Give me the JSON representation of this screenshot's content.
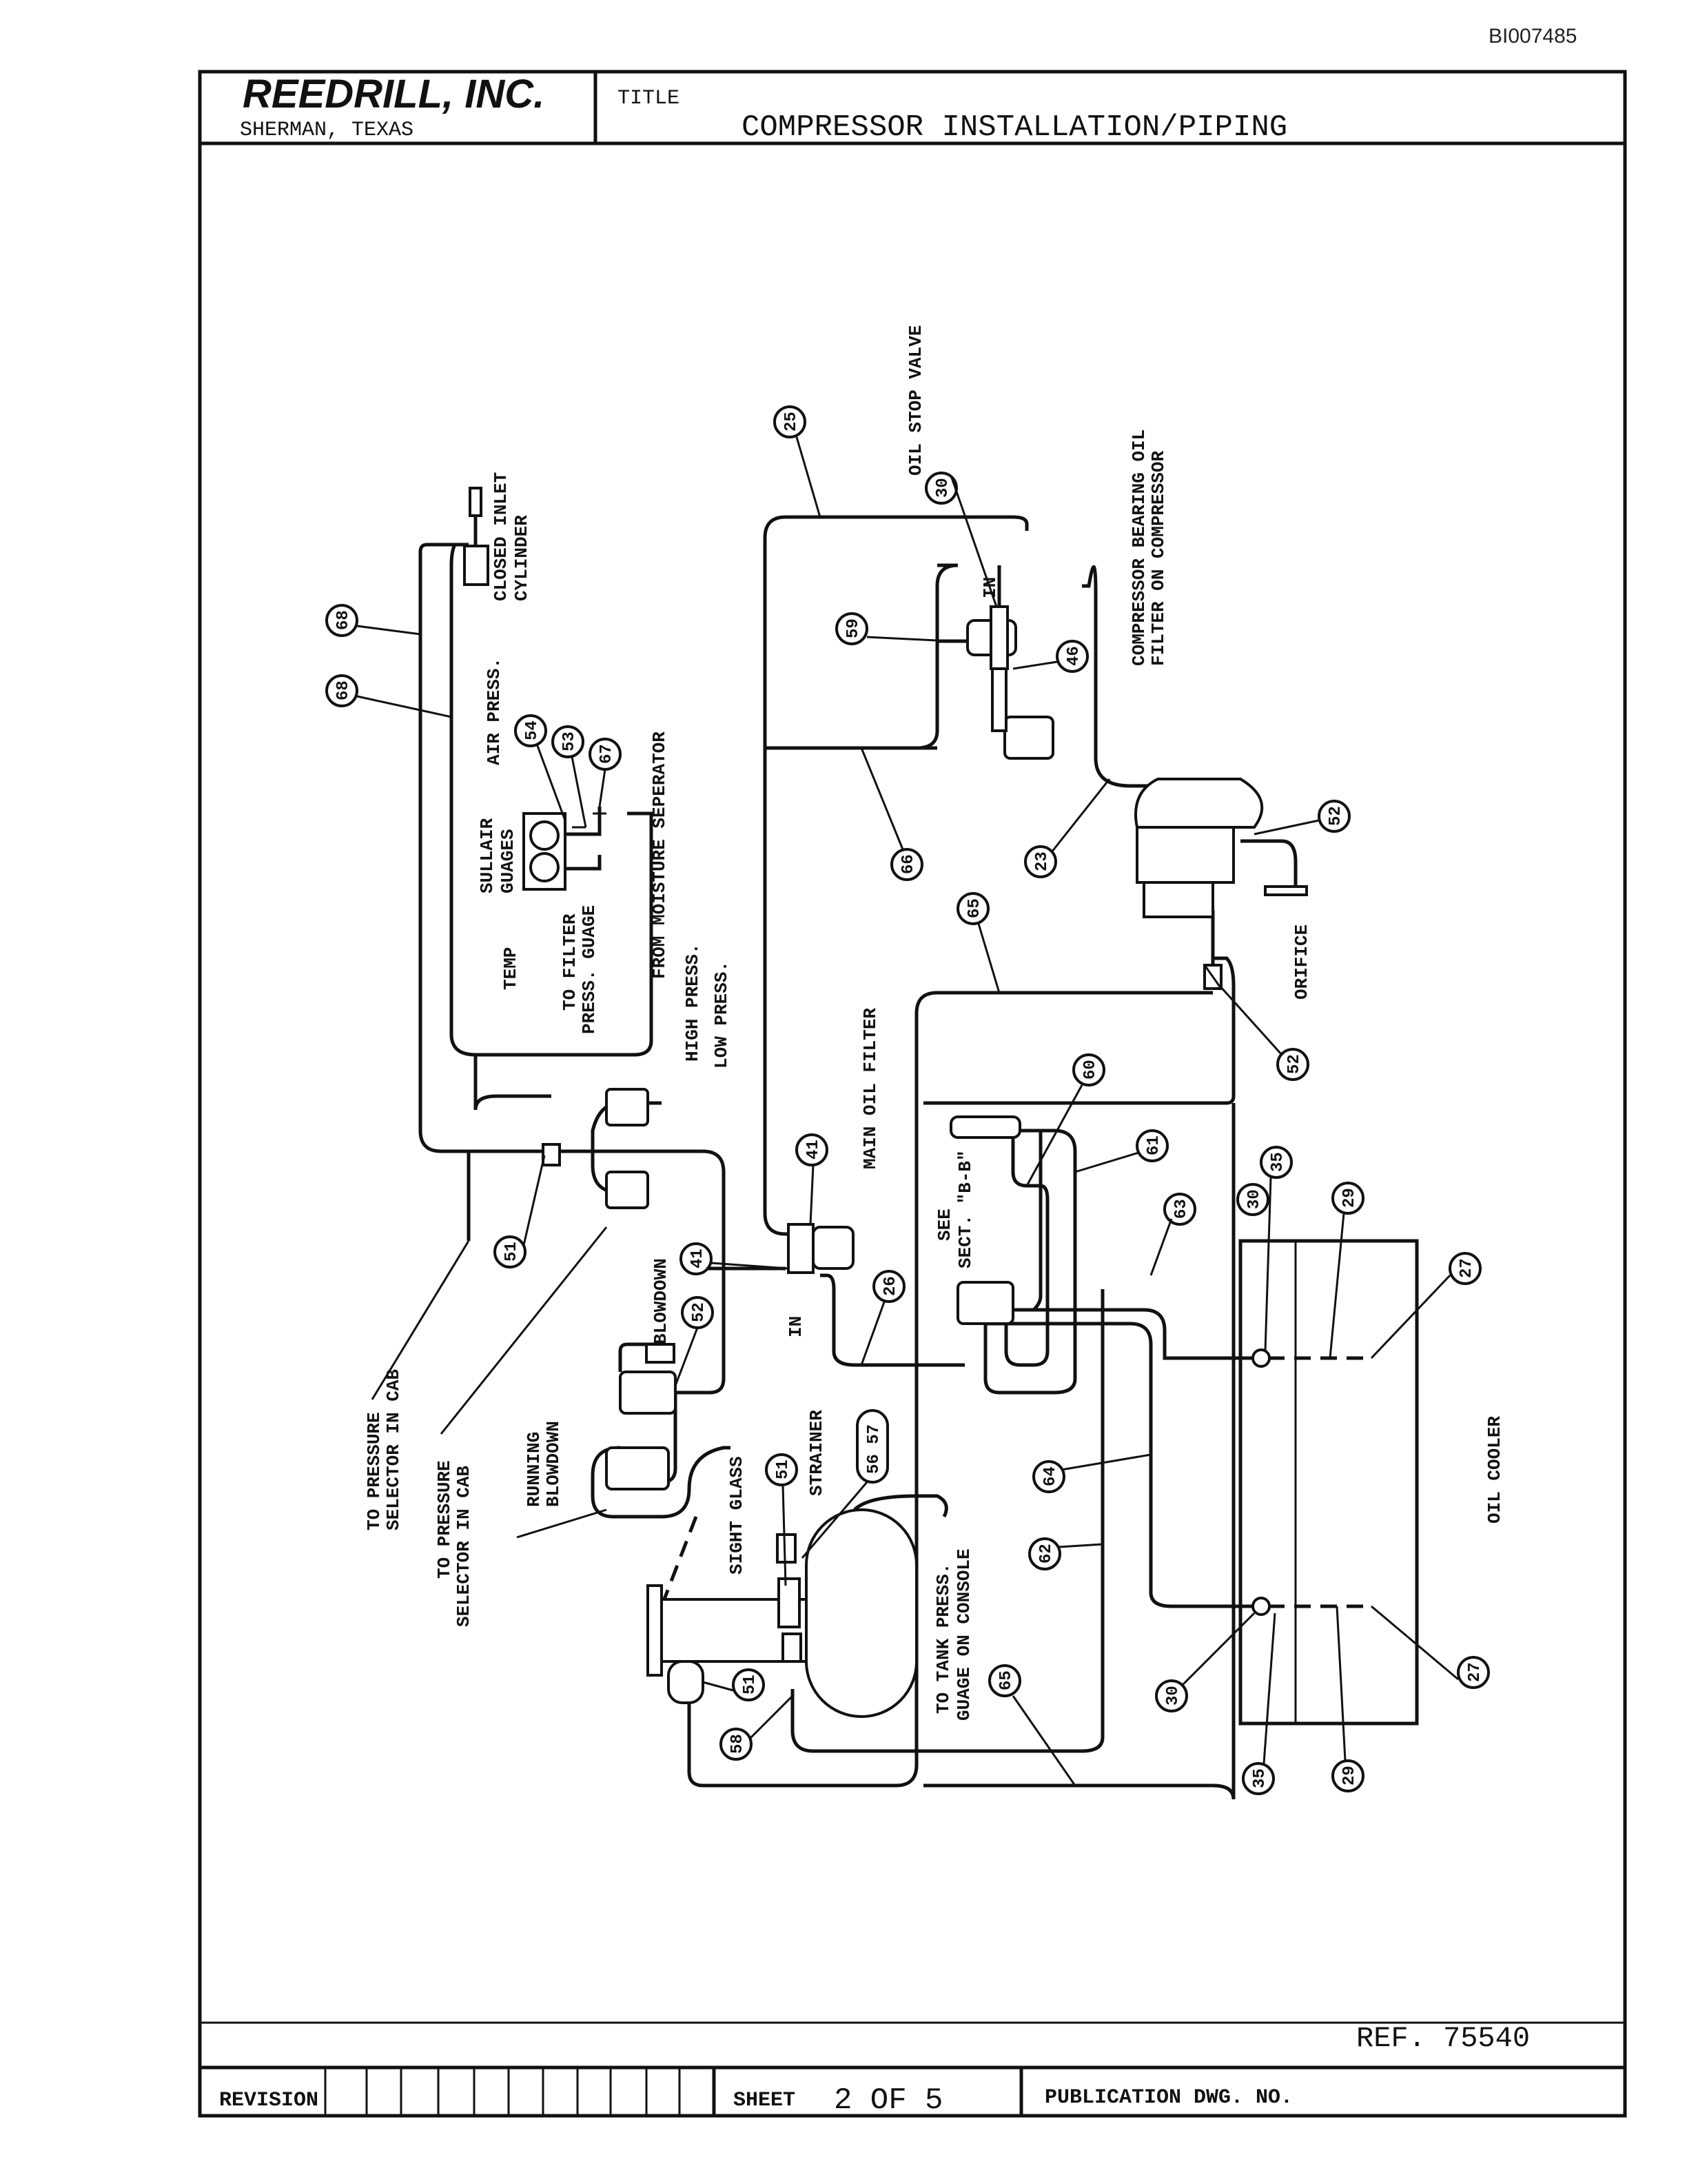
{
  "doc_id": "BI007485",
  "title_block": {
    "company": "REEDRILL, INC.",
    "location": "SHERMAN, TEXAS",
    "title_label": "TITLE",
    "title": "COMPRESSOR INSTALLATION/PIPING",
    "ref": "REF. 75540",
    "revision_label": "REVISION",
    "sheet_label": "SHEET",
    "sheet_value": "2 OF 5",
    "publication_label": "PUBLICATION DWG. NO."
  },
  "labels": {
    "oil_stop_valve": "OIL STOP VALVE",
    "closed_inlet_cylinder_1": "CLOSED INLET",
    "closed_inlet_cylinder_2": "CYLINDER",
    "air_press": "AIR PRESS.",
    "sullair_gauges_1": "SULLAIR",
    "sullair_gauges_2": "GUAGES",
    "temp": "TEMP",
    "to_filter_press_gauge_1": "TO FILTER",
    "to_filter_press_gauge_2": "PRESS. GUAGE",
    "from_moisture_separator": "FROM MOISTURE SEPERATOR",
    "high_press": "HIGH PRESS.",
    "low_press": "LOW PRESS.",
    "compressor_bearing_oil_filter_1": "COMPRESSOR BEARING OIL",
    "compressor_bearing_oil_filter_2": "FILTER ON COMPRESSOR",
    "in_top": "IN",
    "orifice": "ORIFICE",
    "main_oil_filter": "MAIN OIL FILTER",
    "see_sect_1": "SEE",
    "see_sect_2": "SECT. \"B-B\"",
    "in_bottom": "IN",
    "blowdown": "BLOWDOWN",
    "running_blowdown_1": "RUNNING",
    "running_blowdown_2": "BLOWDOWN",
    "to_pressure_selector_1a": "TO PRESSURE",
    "to_pressure_selector_1b": "SELECTOR IN CAB",
    "to_pressure_selector_2a": "TO PRESSURE",
    "to_pressure_selector_2b": "SELECTOR IN CAB",
    "sight_glass": "SIGHT GLASS",
    "strainer": "STRAINER",
    "to_tank_press_1": "TO TANK PRESS.",
    "to_tank_press_2": "GUAGE ON CONSOLE",
    "oil_cooler": "OIL COOLER"
  },
  "callouts": {
    "c25": "25",
    "c30a": "30",
    "c59": "59",
    "c46": "46",
    "c68a": "68",
    "c68b": "68",
    "c54": "54",
    "c53": "53",
    "c67": "67",
    "c23": "23",
    "c52a": "52",
    "c66": "66",
    "c65a": "65",
    "c52b": "52",
    "c60": "60",
    "c61": "61",
    "c41a": "41",
    "c35a": "35",
    "c30b": "30",
    "c29a": "29",
    "c63": "63",
    "c27a": "27",
    "c51a": "51",
    "c41b": "41",
    "c26": "26",
    "c52c": "52",
    "c64": "64",
    "c51b": "51",
    "c56_57": "56 57",
    "c62": "62",
    "c65b": "65",
    "c30c": "30",
    "c27b": "27",
    "c51c": "51",
    "c58": "58",
    "c35b": "35",
    "c29b": "29"
  }
}
